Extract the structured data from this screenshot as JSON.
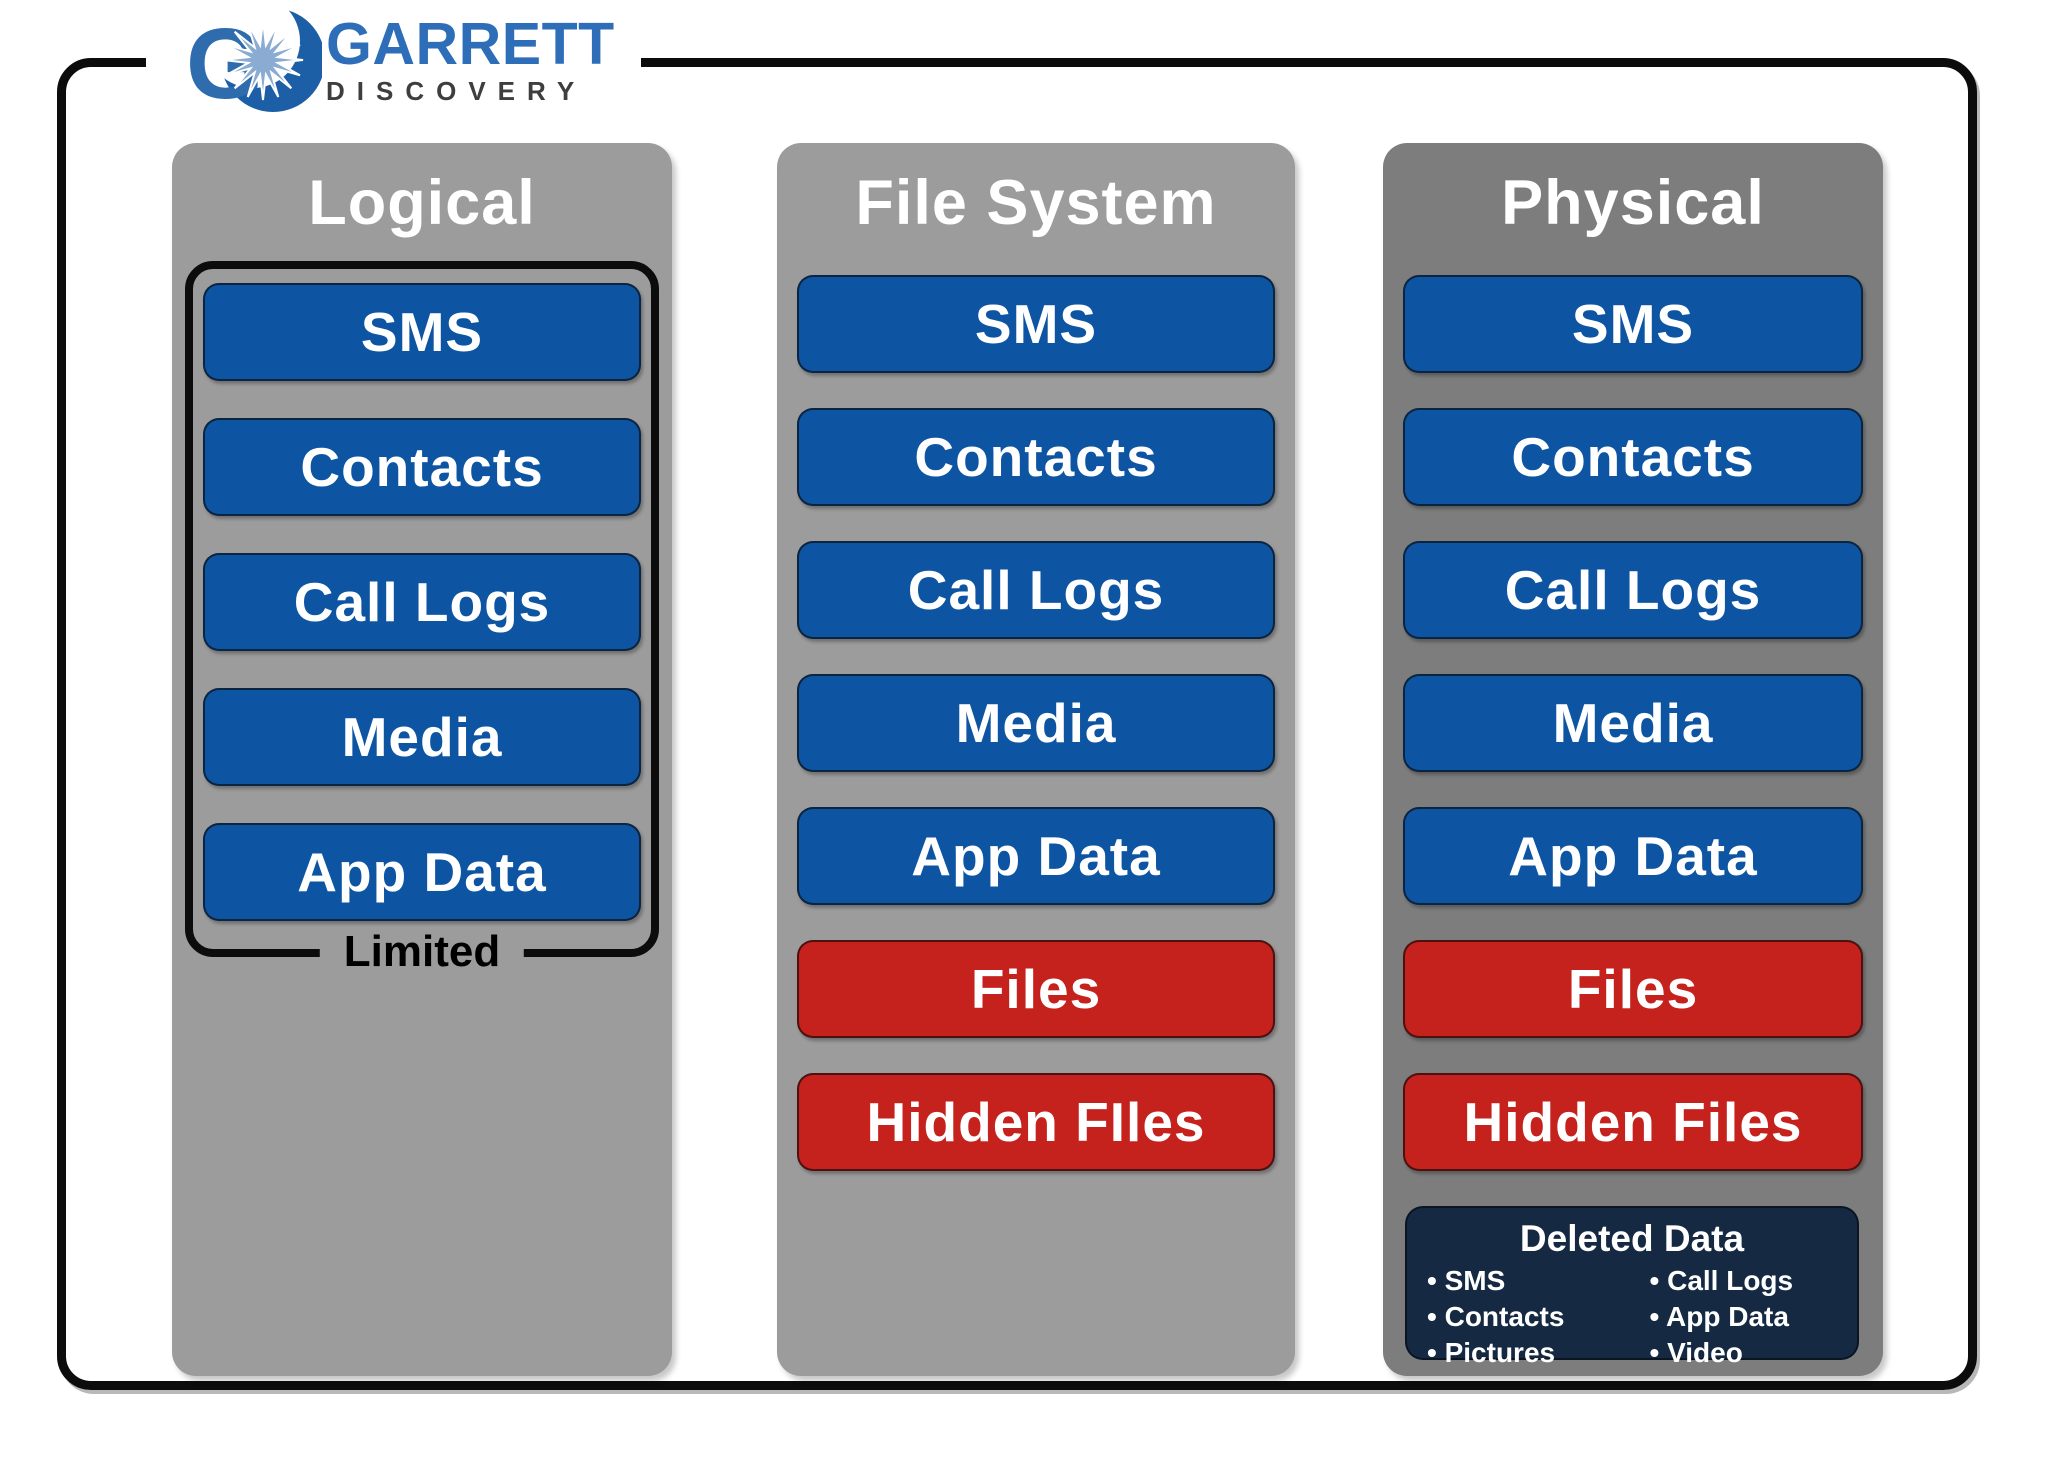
{
  "logo": {
    "name": "GARRETT",
    "subname": "DISCOVERY"
  },
  "colors": {
    "accent_blue": "#0d55a3",
    "accent_red": "#c5211d",
    "navy": "#152a42",
    "column_gray": "#9c9c9c",
    "column_gray_dark": "#7d7d7d",
    "logo_blue": "#2e6db8",
    "logo_sub_gray": "#3e3e3e"
  },
  "columns": [
    {
      "title": "Logical",
      "group_label": "Limited",
      "items": [
        {
          "label": "SMS",
          "color": "blue"
        },
        {
          "label": "Contacts",
          "color": "blue"
        },
        {
          "label": "Call Logs",
          "color": "blue"
        },
        {
          "label": "Media",
          "color": "blue"
        },
        {
          "label": "App Data",
          "color": "blue"
        }
      ]
    },
    {
      "title": "File System",
      "items": [
        {
          "label": "SMS",
          "color": "blue"
        },
        {
          "label": "Contacts",
          "color": "blue"
        },
        {
          "label": "Call Logs",
          "color": "blue"
        },
        {
          "label": "Media",
          "color": "blue"
        },
        {
          "label": "App Data",
          "color": "blue"
        },
        {
          "label": "Files",
          "color": "red"
        },
        {
          "label": "Hidden FIles",
          "color": "red"
        }
      ]
    },
    {
      "title": "Physical",
      "items": [
        {
          "label": "SMS",
          "color": "blue"
        },
        {
          "label": "Contacts",
          "color": "blue"
        },
        {
          "label": "Call Logs",
          "color": "blue"
        },
        {
          "label": "Media",
          "color": "blue"
        },
        {
          "label": "App Data",
          "color": "blue"
        },
        {
          "label": "Files",
          "color": "red"
        },
        {
          "label": "Hidden Files",
          "color": "red"
        }
      ],
      "deleted_data": {
        "title": "Deleted Data",
        "left_items": [
          "SMS",
          "Contacts",
          "Pictures"
        ],
        "right_items": [
          "Call Logs",
          "App Data",
          "Video"
        ]
      }
    }
  ]
}
